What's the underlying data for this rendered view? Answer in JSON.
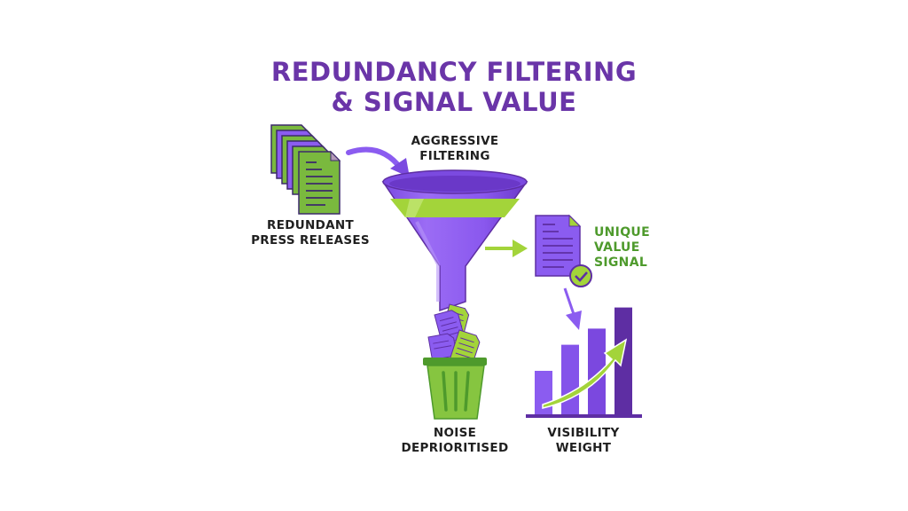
{
  "title": {
    "line1": "REDUNDANCY FILTERING",
    "line2": "& SIGNAL VALUE"
  },
  "labels": {
    "redundant": [
      "REDUNDANT",
      "PRESS RELEASES"
    ],
    "filtering": [
      "AGGRESSIVE",
      "FILTERING"
    ],
    "unique": [
      "UNIQUE",
      "VALUE",
      "SIGNAL"
    ],
    "noise": [
      "NOISE",
      "DEPRIORITISED"
    ],
    "visibility": [
      "VISIBILITY",
      "WEIGHT"
    ]
  },
  "icons": {
    "document_stack": "document-stack-icon",
    "funnel": "funnel-icon",
    "signal_document": "checked-document-icon",
    "trash": "trash-bin-icon",
    "bar_chart": "rising-bar-chart-icon"
  },
  "visibility_bars": [
    0.35,
    0.56,
    0.69,
    0.86
  ],
  "colors": {
    "title": "#6a35a8",
    "purple": "#8b5cf0",
    "purple_dark": "#5e2ea3",
    "green": "#a3d43a",
    "green_dark": "#4e9a2c",
    "text": "#1f1f1f"
  }
}
